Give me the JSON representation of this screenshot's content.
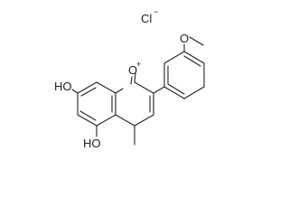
{
  "molecule": {
    "labels": {
      "counter_ion": "Cl",
      "counter_ion_charge": "−",
      "ring_oxygen": "O",
      "ring_oxygen_charge": "+",
      "methoxy_oxygen": "O",
      "hydroxyl_top": "HO",
      "hydroxyl_bottom": "HO"
    }
  },
  "colors": {
    "ink": "#222222",
    "background": "#ffffff"
  }
}
